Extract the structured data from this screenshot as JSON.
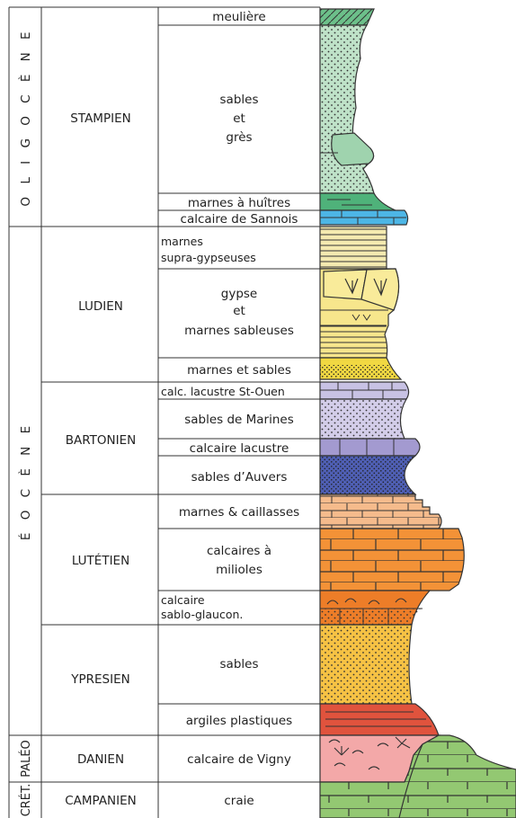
{
  "eras": [
    {
      "id": "oligocene",
      "name": "O L I G O C È N E"
    },
    {
      "id": "eocene",
      "name": "É O C È N E"
    },
    {
      "id": "paleo",
      "name": "PALÉO"
    },
    {
      "id": "cret",
      "name": "CRÉT."
    }
  ],
  "stages": [
    {
      "id": "stampien",
      "name": "STAMPIEN"
    },
    {
      "id": "ludien",
      "name": "LUDIEN"
    },
    {
      "id": "bartonien",
      "name": "BARTONIEN"
    },
    {
      "id": "lutetien",
      "name": "LUTÉTIEN"
    },
    {
      "id": "ypresien",
      "name": "YPRESIEN"
    },
    {
      "id": "danien",
      "name": "DANIEN"
    },
    {
      "id": "campanien",
      "name": "CAMPANIEN"
    }
  ],
  "layers": [
    {
      "id": "meuliere",
      "label": [
        "meulière"
      ],
      "color": "#6cc08a"
    },
    {
      "id": "sables-gres",
      "label": [
        "sables",
        "et",
        "grès"
      ],
      "color": "#bfe2c8"
    },
    {
      "id": "marnes-huitres",
      "label": [
        "marnes à huîtres"
      ],
      "color": "#4fb27a"
    },
    {
      "id": "calcaire-sannois",
      "label": [
        "calcaire de Sannois"
      ],
      "color": "#4db6e6"
    },
    {
      "id": "marnes-supra",
      "label": [
        "marnes",
        "supra-gypseuses"
      ],
      "color": "#f4eab0"
    },
    {
      "id": "gypse",
      "label": [
        "gypse",
        "et",
        "marnes sableuses"
      ],
      "color": "#f7e68c"
    },
    {
      "id": "marnes-sables",
      "label": [
        "marnes et sables"
      ],
      "color": "#f1d842"
    },
    {
      "id": "calc-st-ouen",
      "label": [
        "calc. lacustre St-Ouen"
      ],
      "color": "#c8c2e4"
    },
    {
      "id": "sables-marines",
      "label": [
        "sables de Marines"
      ],
      "color": "#d3cde9"
    },
    {
      "id": "calcaire-lacustre",
      "label": [
        "calcaire lacustre"
      ],
      "color": "#a39ad0"
    },
    {
      "id": "sables-auvers",
      "label": [
        "sables d’Auvers"
      ],
      "color": "#4f5fb4"
    },
    {
      "id": "marnes-caillasses",
      "label": [
        "marnes & caillasses"
      ],
      "color": "#f5bb8c"
    },
    {
      "id": "calcaires-milioles",
      "label": [
        "calcaires à",
        "milioles"
      ],
      "color": "#f39237"
    },
    {
      "id": "calcaire-sablo",
      "label": [
        "calcaire",
        "sablo-glaucon."
      ],
      "color": "#ed7d28"
    },
    {
      "id": "sables-ypresien",
      "label": [
        "sables"
      ],
      "color": "#f6c244"
    },
    {
      "id": "argiles",
      "label": [
        "argiles plastiques"
      ],
      "color": "#e0533d"
    },
    {
      "id": "calcaire-vigny",
      "label": [
        "calcaire de Vigny"
      ],
      "color": "#f3a8a8"
    },
    {
      "id": "craie",
      "label": [
        "craie"
      ],
      "color": "#93c872"
    }
  ]
}
